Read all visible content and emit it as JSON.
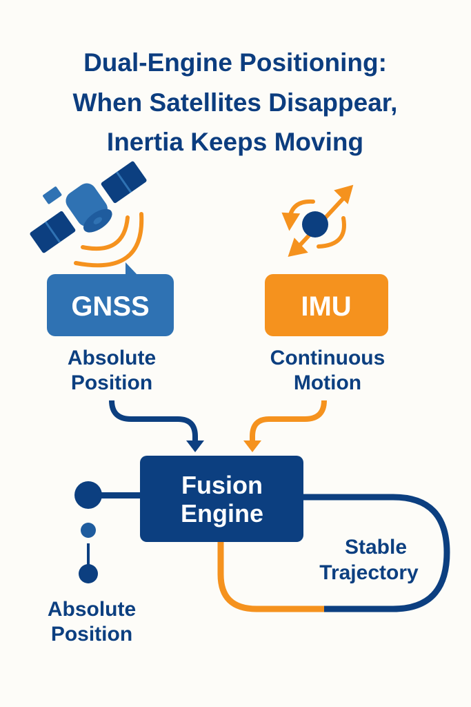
{
  "title": {
    "line1": "Dual-Engine Positioning:",
    "line2": "When Satellites Disappear,",
    "line3": "Inertia Keeps Moving"
  },
  "gnss": {
    "label": "GNSS",
    "caption_line1": "Absolute",
    "caption_line2": "Position",
    "icon": "satellite-icon"
  },
  "imu": {
    "label": "IMU",
    "caption_line1": "Continuous",
    "caption_line2": "Motion",
    "icon": "rotation-motion-icon"
  },
  "fusion": {
    "line1": "Fusion",
    "line2": "Engine"
  },
  "output_left": {
    "line1": "Absolute",
    "line2": "Position"
  },
  "output_right": {
    "line1": "Stable",
    "line2": "Trajectory"
  },
  "colors": {
    "navy": "#0c3f80",
    "blue": "#2f72b3",
    "orange": "#f5921e",
    "background": "#fdfcf8"
  }
}
